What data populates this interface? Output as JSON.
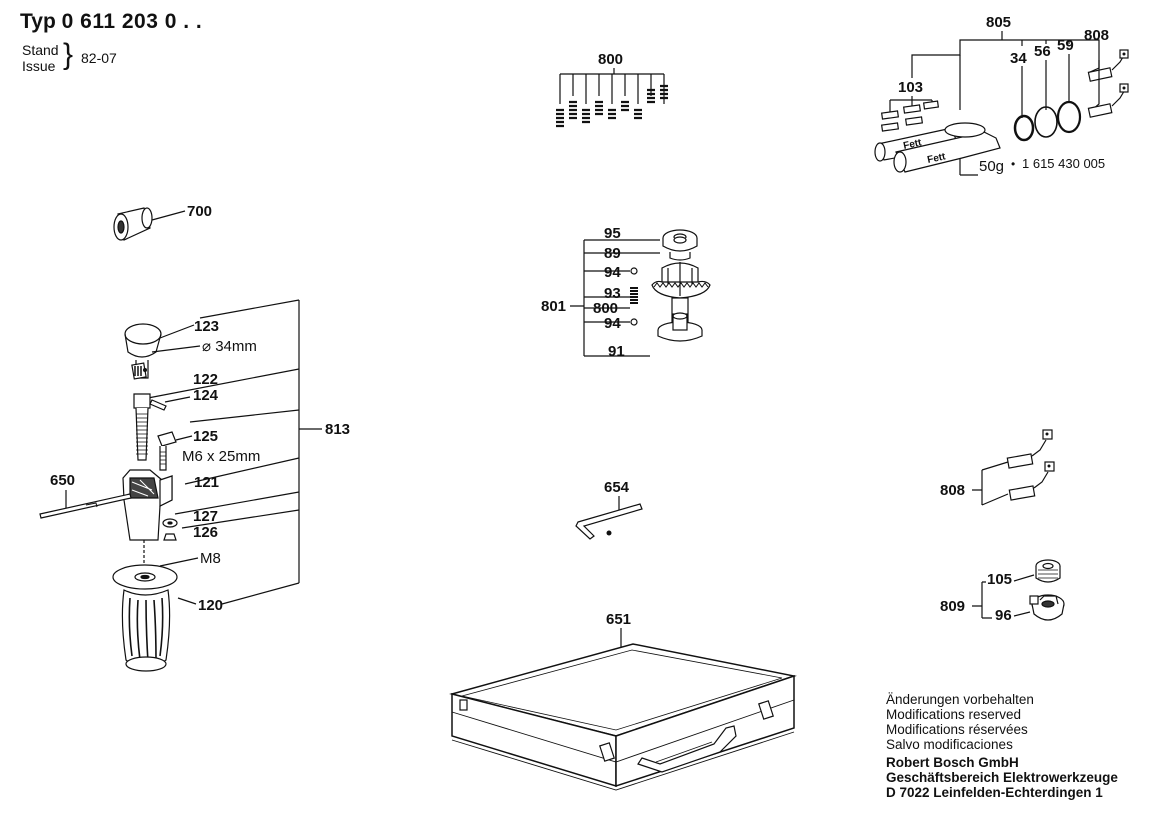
{
  "header": {
    "typ_label": "Typ",
    "typ_number": "0 611 203 0 . .",
    "stand_label": "Stand",
    "issue_label": "Issue",
    "stand_value": "82-07"
  },
  "tube": {
    "label": "Fett",
    "text": "50g",
    "part_number": "1 615 430 005"
  },
  "callouts": {
    "c805": "805",
    "c34": "34",
    "c56": "56",
    "c59": "59",
    "c808a": "808",
    "c103": "103",
    "c800a": "800",
    "c700": "700",
    "c95": "95",
    "c89": "89",
    "c94a": "94",
    "c93": "93",
    "c801": "801",
    "c800b": "800",
    "c94b": "94",
    "c91": "91",
    "c123": "123",
    "dia34": "⌀ 34mm",
    "c122": "122",
    "c124": "124",
    "c125": "125",
    "m6": "M6 x 25mm",
    "c813": "813",
    "c650": "650",
    "c121": "121",
    "c127": "127",
    "c126": "126",
    "m8": "M8",
    "c120": "120",
    "c654": "654",
    "c808b": "808",
    "c105": "105",
    "c809": "809",
    "c96": "96",
    "c651": "651"
  },
  "notes": {
    "line1": "Änderungen vorbehalten",
    "line2": "Modifications reserved",
    "line3": "Modifications réservées",
    "line4": "Salvo modificaciones",
    "line5": "Robert Bosch GmbH",
    "line6": "Geschäftsbereich Elektrowerkzeuge",
    "line7": "D 7022 Leinfelden-Echterdingen 1"
  }
}
